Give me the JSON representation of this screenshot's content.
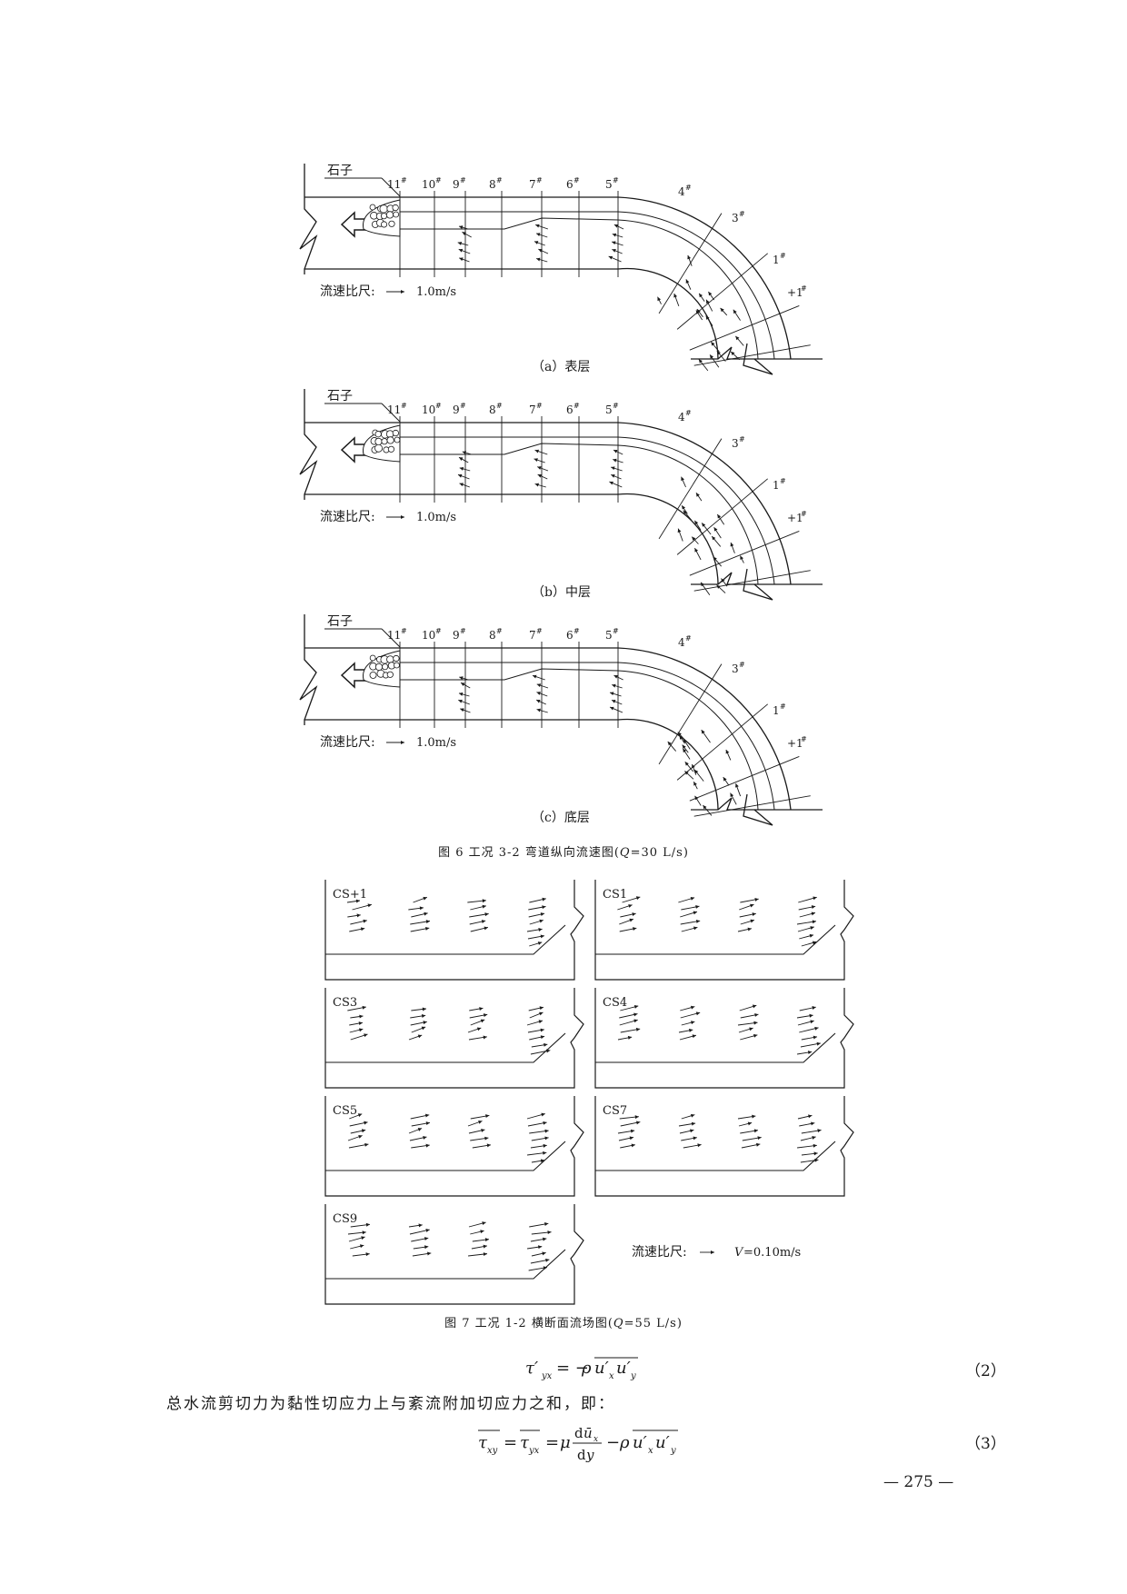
{
  "figure6": {
    "panels": [
      {
        "sublabel": "（a）表层",
        "level": "surface"
      },
      {
        "sublabel": "（b）中层",
        "level": "middle"
      },
      {
        "sublabel": "（c）底层",
        "level": "bottom"
      }
    ],
    "stone_label": "石子",
    "section_labels": [
      "11#",
      "10#",
      "9#",
      "8#",
      "7#",
      "6#",
      "5#",
      "4#",
      "3#",
      "1#",
      "+1#"
    ],
    "scale_label": "流速比尺:",
    "scale_value": "1.0m/s",
    "caption_prefix": "图 6   工况 3-2 弯道纵向流速图(",
    "caption_q": "Q",
    "caption_suffix": "=30 L/s)"
  },
  "figure7": {
    "panels": [
      "CS+1",
      "CS1",
      "CS3",
      "CS4",
      "CS5",
      "CS7",
      "CS9"
    ],
    "scale_label": "流速比尺:",
    "scale_v": "V",
    "scale_value": "=0.10m/s",
    "caption_prefix": "图 7   工况 1-2 横断面流场图(",
    "caption_q": "Q",
    "caption_suffix": "=55 L/s)"
  },
  "equation2": {
    "number": "（2）"
  },
  "body_text": "总水流剪切力为黏性切应力上与紊流附加切应力之和，即：",
  "equation3": {
    "number": "（3）"
  },
  "page_number": "— 275 —",
  "colors": {
    "ink": "#1a1a1a",
    "background": "#ffffff"
  }
}
